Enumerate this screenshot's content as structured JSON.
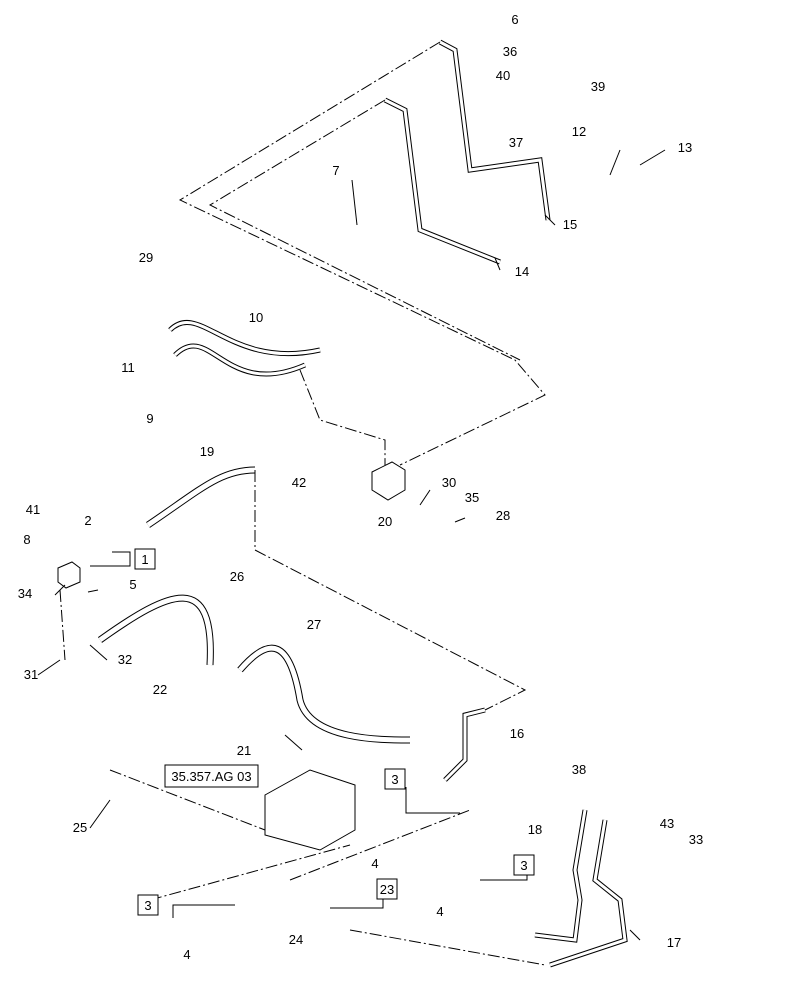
{
  "callouts": [
    {
      "id": "c1",
      "label": "1",
      "boxed": true
    },
    {
      "id": "c2",
      "label": "2"
    },
    {
      "id": "c3a",
      "label": "3",
      "boxed": true
    },
    {
      "id": "c3b",
      "label": "3",
      "boxed": true
    },
    {
      "id": "c3c",
      "label": "3",
      "boxed": true
    },
    {
      "id": "c4a",
      "label": "4"
    },
    {
      "id": "c4b",
      "label": "4"
    },
    {
      "id": "c4c",
      "label": "4"
    },
    {
      "id": "c5",
      "label": "5"
    },
    {
      "id": "c6",
      "label": "6"
    },
    {
      "id": "c7",
      "label": "7"
    },
    {
      "id": "c8",
      "label": "8"
    },
    {
      "id": "c9",
      "label": "9"
    },
    {
      "id": "c10",
      "label": "10"
    },
    {
      "id": "c11",
      "label": "11"
    },
    {
      "id": "c12",
      "label": "12"
    },
    {
      "id": "c13",
      "label": "13"
    },
    {
      "id": "c14",
      "label": "14"
    },
    {
      "id": "c15",
      "label": "15"
    },
    {
      "id": "c16",
      "label": "16"
    },
    {
      "id": "c17",
      "label": "17"
    },
    {
      "id": "c18",
      "label": "18"
    },
    {
      "id": "c19",
      "label": "19"
    },
    {
      "id": "c20",
      "label": "20"
    },
    {
      "id": "c21",
      "label": "21"
    },
    {
      "id": "c22",
      "label": "22"
    },
    {
      "id": "c23",
      "label": "23",
      "boxed": true
    },
    {
      "id": "c24",
      "label": "24"
    },
    {
      "id": "c25",
      "label": "25"
    },
    {
      "id": "c26",
      "label": "26"
    },
    {
      "id": "c27",
      "label": "27"
    },
    {
      "id": "c28",
      "label": "28"
    },
    {
      "id": "c29",
      "label": "29"
    },
    {
      "id": "c30",
      "label": "30"
    },
    {
      "id": "c31",
      "label": "31"
    },
    {
      "id": "c32",
      "label": "32"
    },
    {
      "id": "c33",
      "label": "33"
    },
    {
      "id": "c34",
      "label": "34"
    },
    {
      "id": "c35",
      "label": "35"
    },
    {
      "id": "c36",
      "label": "36"
    },
    {
      "id": "c37",
      "label": "37"
    },
    {
      "id": "c38",
      "label": "38"
    },
    {
      "id": "c39",
      "label": "39"
    },
    {
      "id": "c40",
      "label": "40"
    },
    {
      "id": "c41",
      "label": "41"
    },
    {
      "id": "c42",
      "label": "42"
    },
    {
      "id": "c43",
      "label": "43"
    }
  ],
  "reference": {
    "label": "35.357.AG 03"
  }
}
